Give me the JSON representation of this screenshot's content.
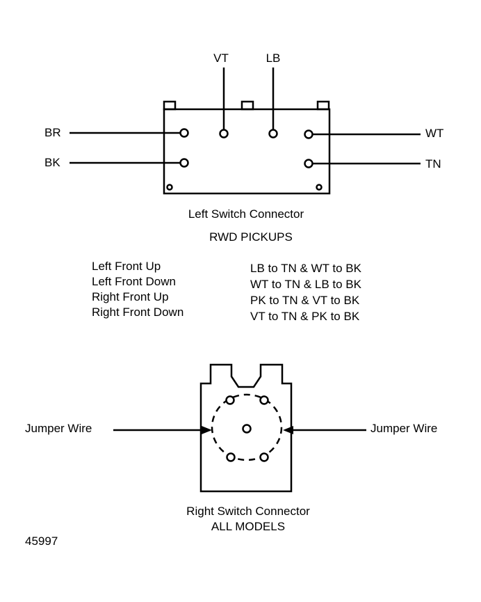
{
  "left_connector": {
    "top_wires": [
      "VT",
      "LB"
    ],
    "left_wires": [
      "BR",
      "BK"
    ],
    "right_wires": [
      "WT",
      "TN"
    ],
    "caption": "Left Switch Connector",
    "subcaption": "RWD PICKUPS"
  },
  "positions_table": {
    "rows": [
      {
        "position": "Left Front Up",
        "connection": "LB to TN & WT to BK"
      },
      {
        "position": "Left Front Down",
        "connection": "WT to TN & LB to BK"
      },
      {
        "position": "Right Front Up",
        "connection": "PK to TN & VT to BK"
      },
      {
        "position": "Right Front Down",
        "connection": "VT to TN & PK to BK"
      }
    ]
  },
  "right_connector": {
    "left_label": "Jumper Wire",
    "right_label": "Jumper Wire",
    "caption": "Right Switch Connector",
    "subcaption": "ALL MODELS"
  },
  "figure_id": "45997",
  "colors": {
    "ink": "#000000",
    "background": "#ffffff"
  }
}
